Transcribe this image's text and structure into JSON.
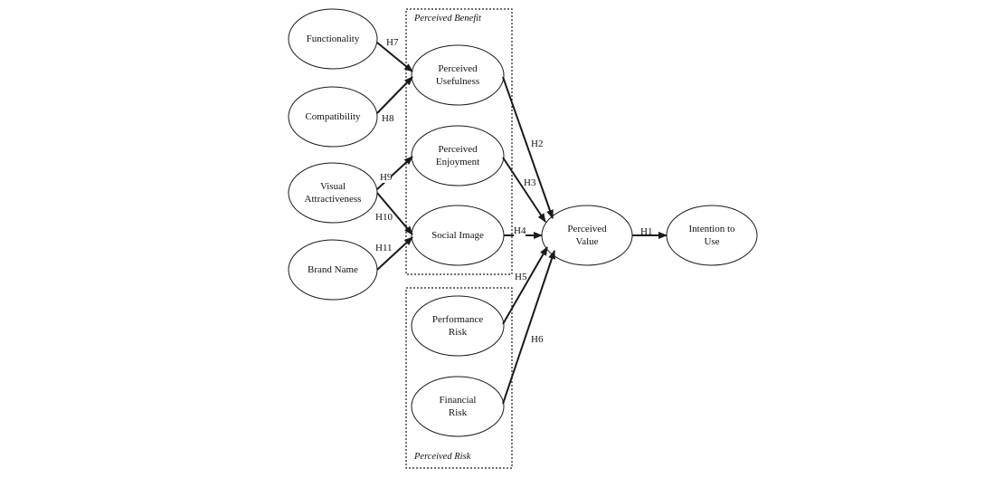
{
  "colors": {
    "stroke": "#1a1a1a",
    "background": "#ffffff",
    "text": "#111111"
  },
  "groups": {
    "perceived_benefit": {
      "title": "Perceived Benefit"
    },
    "perceived_risk": {
      "title": "Perceived Risk"
    }
  },
  "nodes": {
    "functionality": {
      "line1": "Functionality",
      "line2": ""
    },
    "compatibility": {
      "line1": "Compatibility",
      "line2": ""
    },
    "visual_attractiveness": {
      "line1": "Visual",
      "line2": "Attractiveness"
    },
    "brand_name": {
      "line1": "Brand Name",
      "line2": ""
    },
    "perceived_usefulness": {
      "line1": "Perceived",
      "line2": "Usefulness"
    },
    "perceived_enjoyment": {
      "line1": "Perceived",
      "line2": "Enjoyment"
    },
    "social_image": {
      "line1": "Social Image",
      "line2": ""
    },
    "performance_risk": {
      "line1": "Performance",
      "line2": "Risk"
    },
    "financial_risk": {
      "line1": "Financial",
      "line2": "Risk"
    },
    "perceived_value": {
      "line1": "Perceived",
      "line2": "Value"
    },
    "intention_to_use": {
      "line1": "Intention to",
      "line2": "Use"
    }
  },
  "hypotheses": {
    "h1": "H1",
    "h2": "H2",
    "h3": "H3",
    "h4": "H4",
    "h5": "H5",
    "h6": "H6",
    "h7": "H7",
    "h8": "H8",
    "h9": "H9",
    "h10": "H10",
    "h11": "H11"
  }
}
